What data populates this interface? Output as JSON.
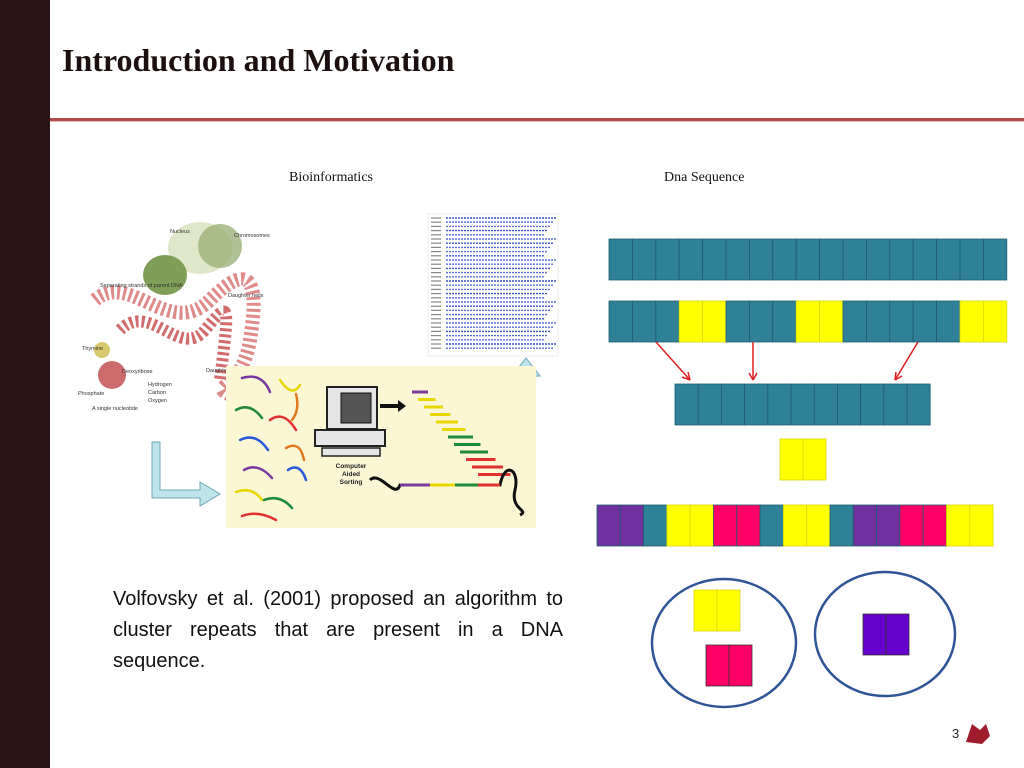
{
  "slide": {
    "title": "Introduction and Motivation",
    "caption_left": "Bioinformatics",
    "caption_right": "Dna Sequence",
    "body": "Volfovsky et al. (2001) proposed an algorithm to cluster repeats that are present in a DNA sequence.",
    "page_number": "3"
  },
  "illustration": {
    "dna_labels": [
      "Nucleus",
      "Chromosomes",
      "Separating strands of parent DNA",
      "Daughter helix",
      "Thymine",
      "Deoxyribose",
      "Phosphate",
      "A single nucleotide",
      "Daughter helix",
      "Hydrogen",
      "Carbon",
      "Oxygen"
    ],
    "computer_label": [
      "Computer",
      "Aided",
      "Sorting"
    ]
  },
  "colors": {
    "teal": "#2e8197",
    "yellow": "#ffff00",
    "purple": "#7030a0",
    "magenta": "#ff0066",
    "violet": "#6600cc",
    "circle": "#2f5597",
    "arrow": "#e02020"
  },
  "sequence_rows": [
    [
      "T",
      "T",
      "T",
      "T",
      "T",
      "T",
      "T",
      "T",
      "T",
      "T",
      "T",
      "T",
      "T",
      "T",
      "T",
      "T",
      "T"
    ],
    [
      "T",
      "T",
      "T",
      "Y",
      "Y",
      "T",
      "T",
      "T",
      "Y",
      "Y",
      "T",
      "T",
      "T",
      "T",
      "T",
      "Y",
      "Y"
    ],
    [
      "T",
      "T",
      "T",
      "T",
      "T",
      "T",
      "T",
      "T",
      "T",
      "T",
      "T"
    ],
    [
      "Y",
      "Y"
    ],
    [
      "P",
      "P",
      "T",
      "Y",
      "Y",
      "M",
      "M",
      "T",
      "Y",
      "Y",
      "T",
      "P",
      "P",
      "M",
      "M",
      "Y",
      "Y"
    ]
  ],
  "clusters": [
    [
      [
        "Y",
        "Y"
      ],
      [
        "M",
        "M"
      ]
    ],
    [
      [
        "V",
        "V"
      ]
    ]
  ]
}
